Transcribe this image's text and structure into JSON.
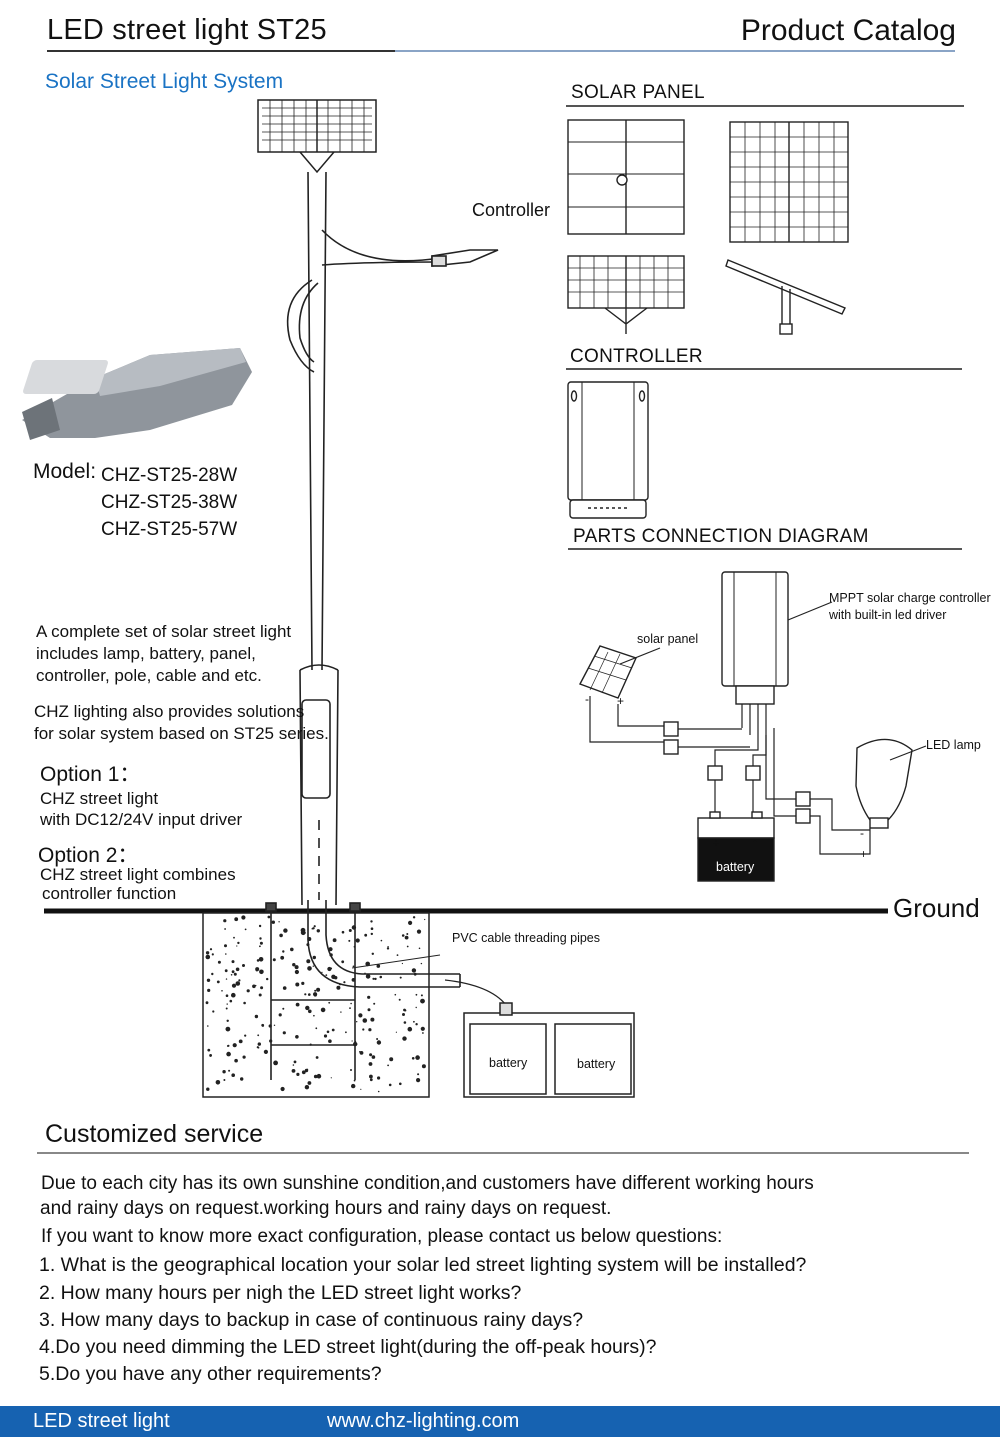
{
  "header": {
    "product_title": "LED street light ST25",
    "catalog_title": "Product Catalog"
  },
  "subtitle": "Solar Street Light System",
  "labels": {
    "controller_callout": "Controller",
    "solar_panel_section": "SOLAR PANEL",
    "controller_section": "CONTROLLER",
    "parts_diagram_section": "PARTS CONNECTION DIAGRAM",
    "ground": "Ground",
    "pvc_pipes": "PVC cable threading pipes",
    "battery": "battery"
  },
  "models": {
    "label": "Model:",
    "items": [
      "CHZ-ST25-28W",
      "CHZ-ST25-38W",
      "CHZ-ST25-57W"
    ]
  },
  "description": {
    "p1": [
      "A complete set of solar street light",
      "includes lamp, battery, panel,",
      "controller, pole, cable and etc."
    ],
    "p2": [
      "CHZ lighting also provides solutions",
      "for solar system based on ST25 series."
    ]
  },
  "options": [
    {
      "title": "Option 1：",
      "lines": [
        "CHZ street light",
        "with DC12/24V input driver"
      ]
    },
    {
      "title": "Option 2：",
      "lines": [
        "CHZ street light combines",
        "controller function"
      ]
    }
  ],
  "diagram": {
    "mppt": [
      "MPPT solar charge controller",
      "with built-in led driver"
    ],
    "solar_panel": "solar panel",
    "led_lamp": "LED lamp",
    "battery": "battery",
    "plus": "+",
    "minus": "-"
  },
  "customized": {
    "title": "Customized service",
    "paragraphs": [
      "Due to each city has its own sunshine condition,and customers have different working hours",
      "and rainy days on request.working hours and rainy days on request.",
      "If you want to know more exact configuration, please contact us below questions:"
    ],
    "questions": [
      "1. What is the geographical location your solar led street lighting system will be installed?",
      "2. How many hours per nigh the LED street light works?",
      "3. How many days to backup in case of continuous rainy days?",
      "4.Do you need dimming the LED street light(during the off-peak hours)?",
      "5.Do you have any other requirements?"
    ]
  },
  "footer": {
    "left": "LED street light",
    "right": "www.chz-lighting.com"
  },
  "colors": {
    "accent_blue": "#1a73c4",
    "footer_blue": "#1662b1"
  }
}
